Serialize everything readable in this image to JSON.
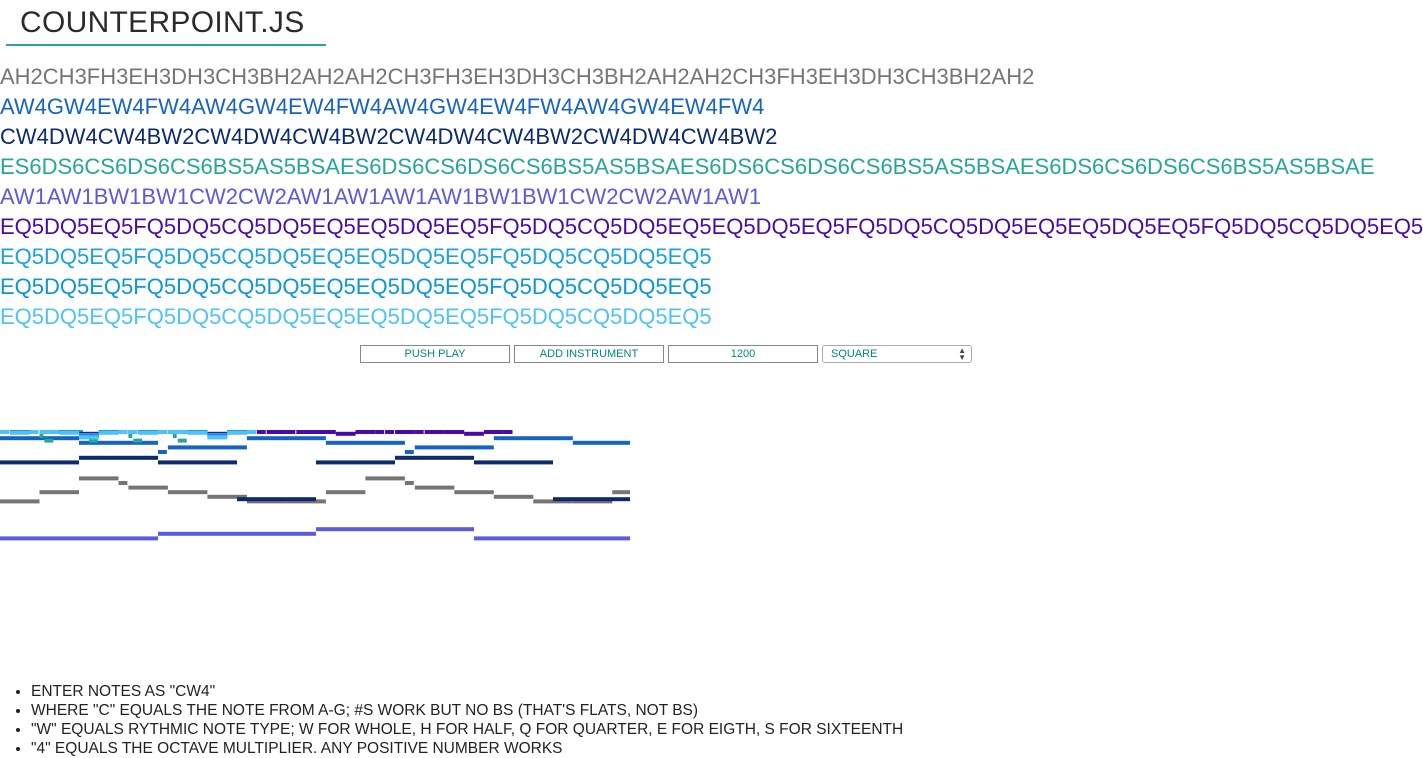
{
  "header": {
    "title": "COUNTERPOINT.JS"
  },
  "sequences": [
    {
      "text": "AH2CH3FH3EH3DH3CH3BH2AH2AH2CH3FH3EH3DH3CH3BH2AH2AH2CH3FH3EH3DH3CH3BH2AH2",
      "color": "#757575"
    },
    {
      "text": "AW4GW4EW4FW4AW4GW4EW4FW4AW4GW4EW4FW4AW4GW4EW4FW4",
      "color": "#1565c0"
    },
    {
      "text": "CW4DW4CW4BW2CW4DW4CW4BW2CW4DW4CW4BW2CW4DW4CW4BW2",
      "color": "#0d2b6b"
    },
    {
      "text": "ES6DS6CS6DS6CS6BS5AS5BSAES6DS6CS6DS6CS6BS5AS5BSAES6DS6CS6DS6CS6BS5AS5BSAES6DS6CS6DS6CS6BS5AS5BSAE",
      "color": "#26a69a"
    },
    {
      "text": "AW1AW1BW1BW1CW2CW2AW1AW1AW1AW1BW1BW1CW2CW2AW1AW1",
      "color": "#5b5bdb"
    },
    {
      "text": "EQ5DQ5EQ5FQ5DQ5CQ5DQ5EQ5EQ5DQ5EQ5FQ5DQ5CQ5DQ5EQ5EQ5DQ5EQ5FQ5DQ5CQ5DQ5EQ5EQ5DQ5EQ5FQ5DQ5CQ5DQ5EQ5",
      "color": "#4a0aa8"
    },
    {
      "text": "EQ5DQ5EQ5FQ5DQ5CQ5DQ5EQ5EQ5DQ5EQ5FQ5DQ5CQ5DQ5EQ5",
      "color": "#1ba3e0"
    },
    {
      "text": "EQ5DQ5EQ5FQ5DQ5CQ5DQ5EQ5EQ5DQ5EQ5FQ5DQ5CQ5DQ5EQ5",
      "color": "#0a96d8"
    },
    {
      "text": "EQ5DQ5EQ5FQ5DQ5CQ5DQ5EQ5EQ5DQ5EQ5FQ5DQ5CQ5DQ5EQ5",
      "color": "#4fc3f7"
    }
  ],
  "controls": {
    "play_label": "PUSH PLAY",
    "add_label": "ADD INSTRUMENT",
    "tempo_value": "1200",
    "wave_selected": "SQUARE"
  },
  "instructions": [
    "ENTER NOTES AS \"CW4\"",
    "WHERE \"C\" EQUALS THE NOTE FROM A-G; #S WORK BUT NO BS (THAT'S FLATS, NOT BS)",
    "\"W\" EQUALS RYTHMIC NOTE TYPE; W FOR WHOLE, H FOR HALF, Q FOR QUARTER, E FOR EIGTH, S FOR SIXTEENTH",
    "\"4\" EQUALS THE OCTAVE MULTIPLIER. ANY POSITIVE NUMBER WORKS"
  ]
}
